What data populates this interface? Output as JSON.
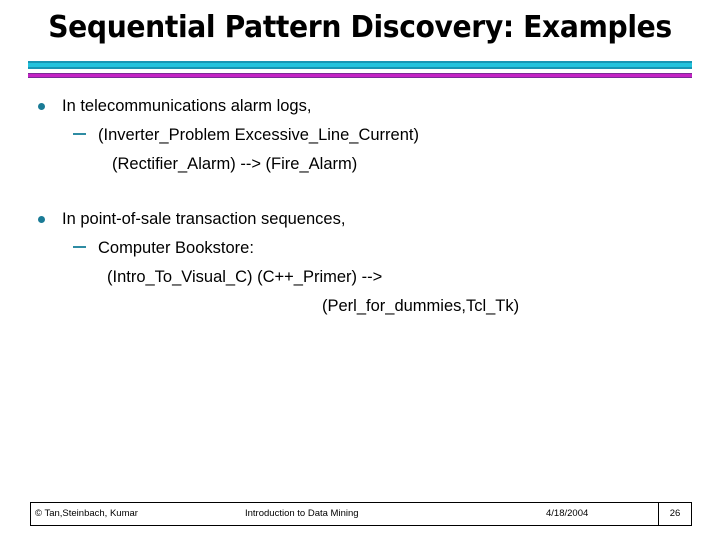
{
  "slide": {
    "title": "Sequential Pattern Discovery: Examples",
    "accent_cyan": "#22c3dd",
    "accent_cyan_dark": "#1796b4",
    "accent_magenta": "#c423c4",
    "accent_purple_dark": "#7b2a96",
    "bullet_color": "#1a7b96"
  },
  "content": {
    "blocks": [
      {
        "lead": "In telecommunications alarm logs,",
        "sub": "(Inverter_Problem  Excessive_Line_Current)",
        "detail": "(Rectifier_Alarm) --> (Fire_Alarm)"
      },
      {
        "lead": "In point-of-sale transaction sequences,",
        "sub": "Computer Bookstore:",
        "detail": "(Intro_To_Visual_C)  (C++_Primer) -->",
        "detail2": "(Perl_for_dummies,Tcl_Tk)"
      }
    ]
  },
  "footer": {
    "copyright": "© Tan,Steinbach, Kumar",
    "course": "Introduction to Data Mining",
    "date": "4/18/2004",
    "page": "26"
  }
}
